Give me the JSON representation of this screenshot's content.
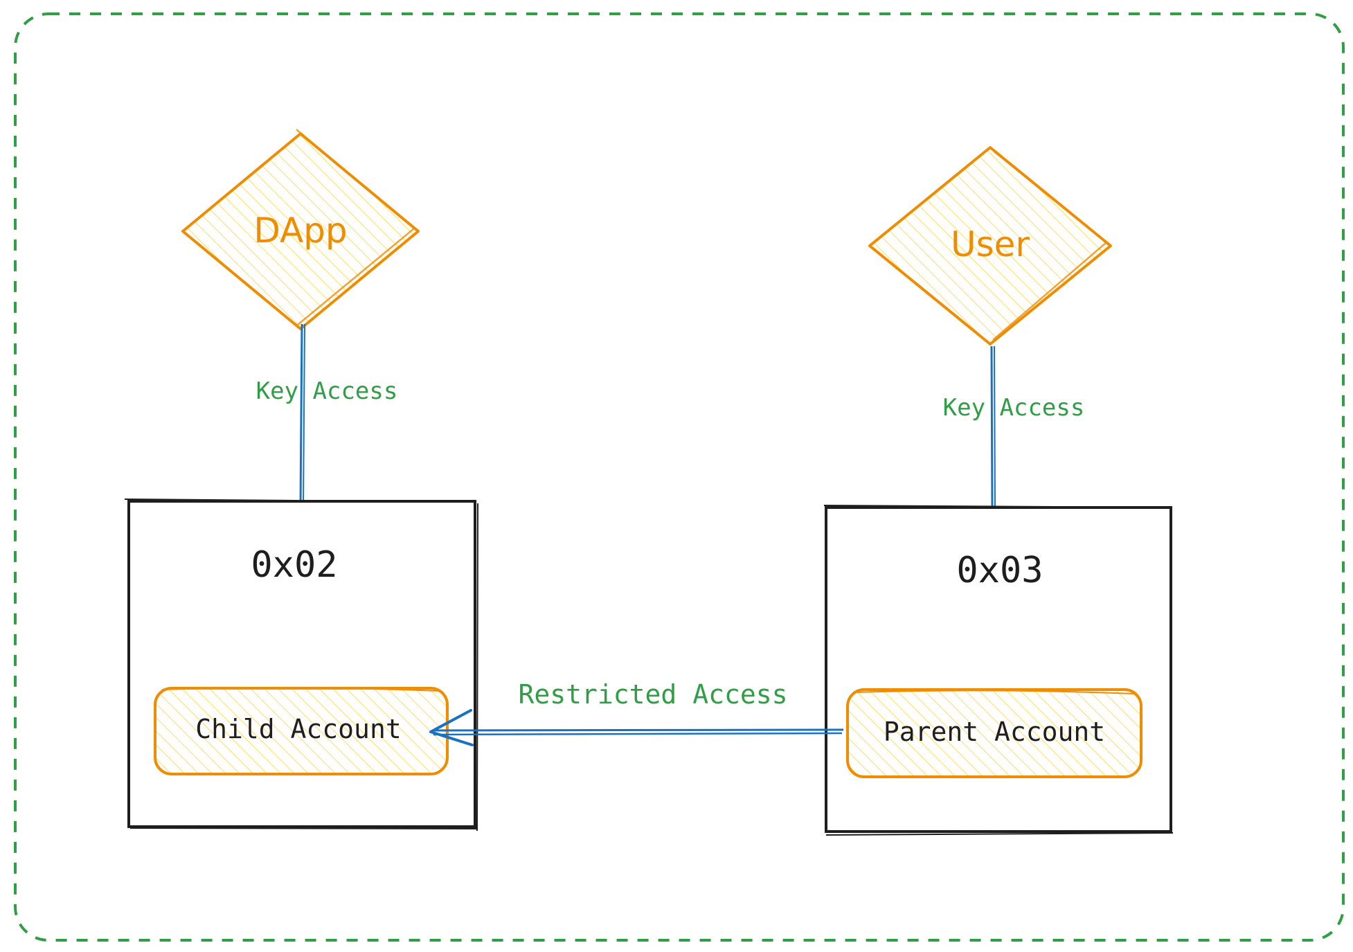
{
  "colors": {
    "ink": "#1e1e1e",
    "orange": "#f08c00",
    "orange_fill": "#ffec99",
    "green": "#2f9e44",
    "blue": "#1971c2",
    "background": "#ffffff"
  },
  "actors": {
    "dapp": {
      "label": "DApp"
    },
    "user": {
      "label": "User"
    }
  },
  "accounts": {
    "child": {
      "address": "0x02",
      "label": "Child Account"
    },
    "parent": {
      "address": "0x03",
      "label": "Parent Account"
    }
  },
  "edges": {
    "dapp_key": {
      "label": "Key Access"
    },
    "user_key": {
      "label": "Key Access"
    },
    "restricted": {
      "label": "Restricted Access"
    }
  }
}
